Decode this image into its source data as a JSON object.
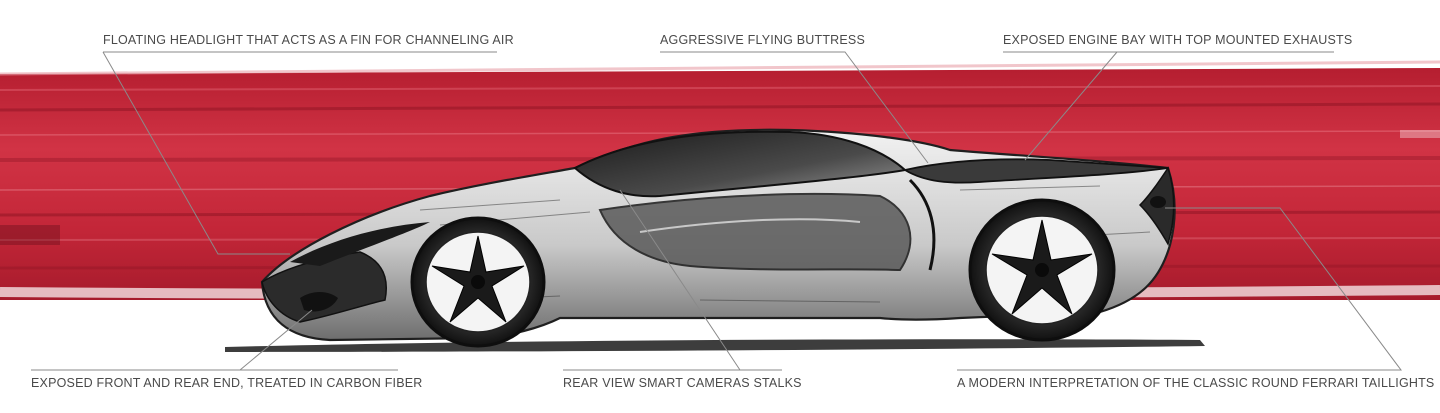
{
  "callouts": {
    "headlight": "FLOATING HEADLIGHT THAT ACTS AS A FIN FOR CHANNELING AIR",
    "buttress": "AGGRESSIVE FLYING BUTTRESS",
    "engine": "EXPOSED ENGINE BAY WITH TOP MOUNTED EXHAUSTS",
    "carbon": "EXPOSED FRONT AND REAR END, TREATED IN CARBON FIBER",
    "cameras": "REAR VIEW SMART CAMERAS STALKS",
    "taillights": "A MODERN INTERPRETATION OF THE CLASSIC ROUND FERRARI TAILLIGHTS"
  },
  "colors": {
    "band": "#c8283a",
    "band_dark": "#9e1a2a",
    "sketch": "#2a2a2a",
    "leader": "#8a8a8a",
    "text": "#4a4a4a"
  }
}
